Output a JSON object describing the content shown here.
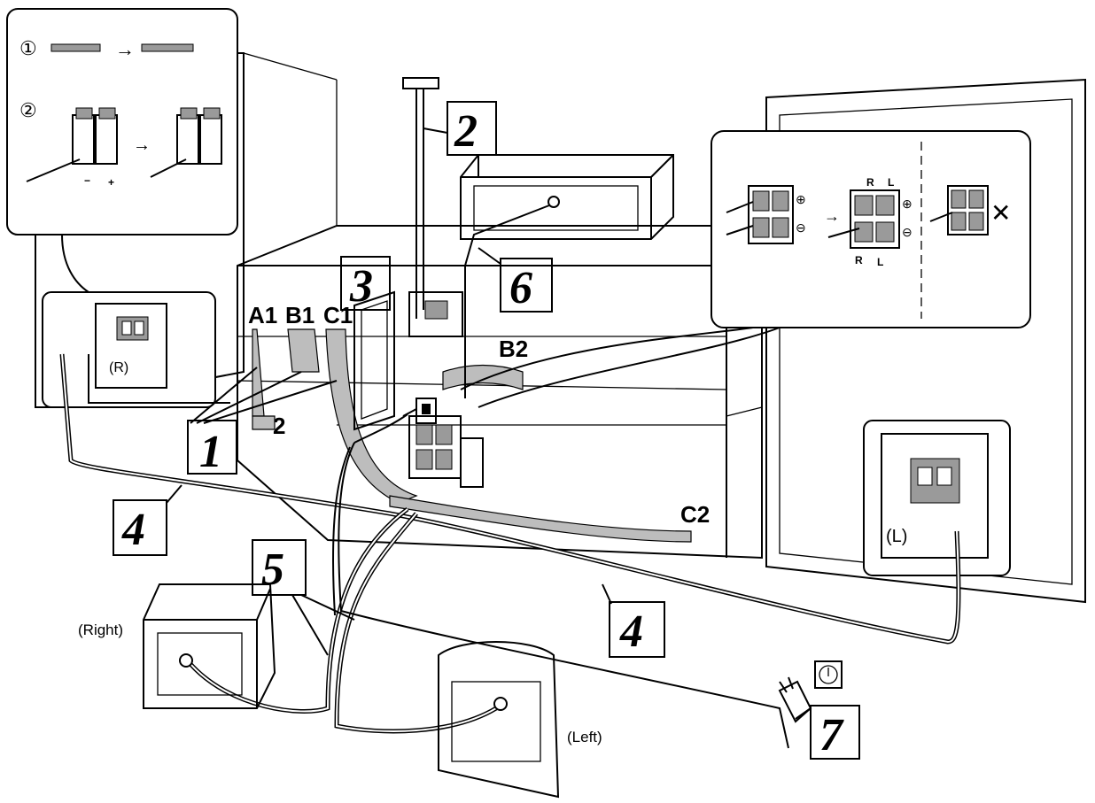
{
  "steps": {
    "s1": "1",
    "s2": "2",
    "s3": "3",
    "s4a": "4",
    "s4b": "4",
    "s5": "5",
    "s6": "6",
    "s7": "7"
  },
  "ports": {
    "a1": "A1",
    "b1": "B1",
    "c1": "C1",
    "c2": "C2",
    "b2": "B2",
    "a2": "2"
  },
  "labels": {
    "right_speaker_terminal": "(R)",
    "left_speaker_terminal": "(L)",
    "right_surround": "(Right)",
    "left_surround": "(Left)"
  },
  "inset_left": {
    "step_one_marker": "①",
    "step_two_marker": "②",
    "arrow": "→",
    "minus": "−",
    "plus": "+"
  },
  "inset_right": {
    "r": "R",
    "l": "L",
    "plus_circle": "⊕",
    "minus_circle": "⊖",
    "wrong_mark": "✕"
  },
  "icons": [
    "speaker-terminal-icon",
    "power-outlet-icon",
    "ac-plug-icon",
    "antenna-icon"
  ]
}
